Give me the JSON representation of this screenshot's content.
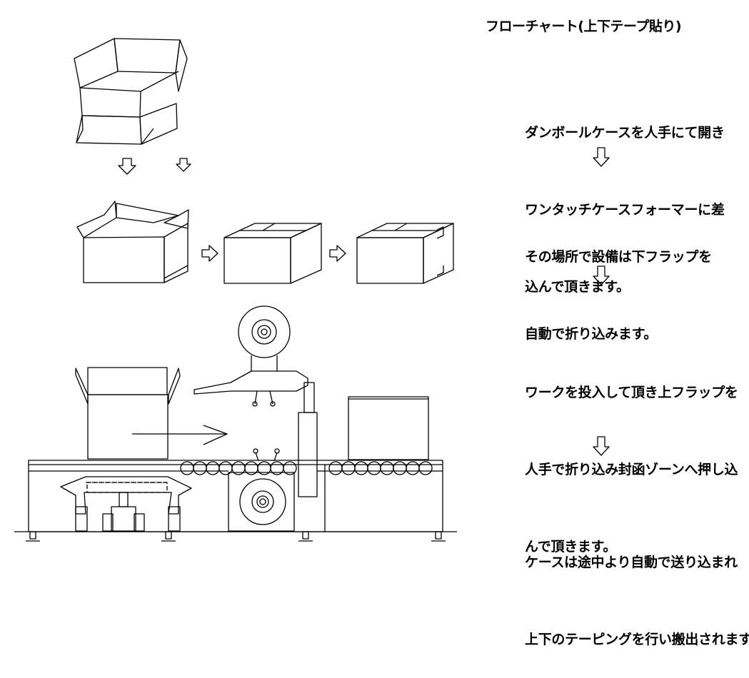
{
  "title": "フローチャート(上下テープ貼り)",
  "steps": [
    {
      "lines": [
        "ダンボールケースを人手にて開き",
        "ワンタッチケースフォーマーに差",
        "込んで頂きます。"
      ]
    },
    {
      "lines": [
        "その場所で設備は下フラップを",
        "自動で折り込みます。"
      ]
    },
    {
      "lines": [
        "ワークを投入して頂き上フラップを",
        "人手で折り込み封函ゾーンへ押し込",
        "んで頂きます。"
      ]
    },
    {
      "lines": [
        "ケースは途中より自動で送り込まれ",
        "上下のテーピングを行い搬出されます。"
      ]
    }
  ],
  "flow_arrow_icon": "down-arrow-icon"
}
